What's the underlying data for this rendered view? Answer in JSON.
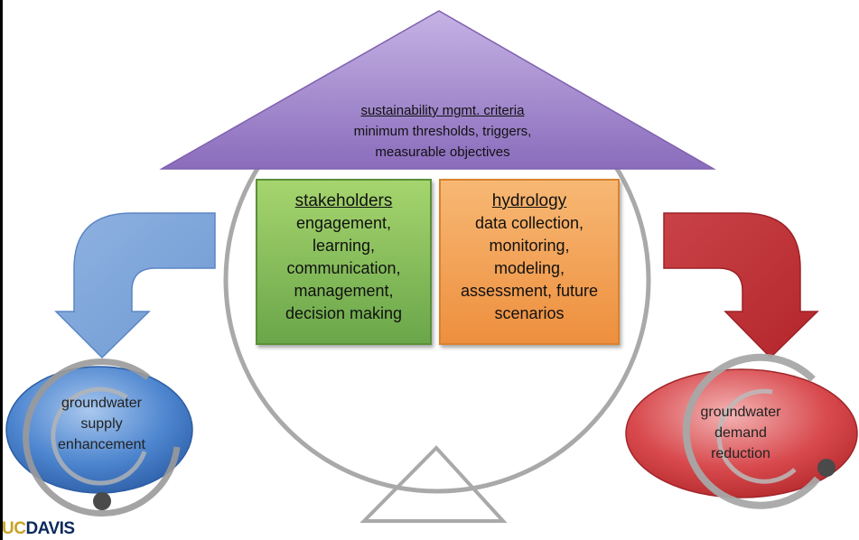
{
  "roof": {
    "heading": "sustainability mgmt. criteria",
    "line1": "minimum thresholds, triggers,",
    "line2": "measurable objectives"
  },
  "stakeholders": {
    "heading": "stakeholders",
    "lines": [
      "engagement,",
      "learning,",
      "communication,",
      "management,",
      "decision making"
    ]
  },
  "hydrology": {
    "heading": "hydrology",
    "lines": [
      "data collection,",
      "monitoring,",
      "modeling,",
      "assessment, future",
      "scenarios"
    ]
  },
  "supply": {
    "lines": [
      "groundwater",
      "supply",
      "enhancement"
    ]
  },
  "demand": {
    "lines": [
      "groundwater",
      "demand",
      "reduction"
    ]
  },
  "logo": {
    "part1": "UC",
    "part2": "DAVIS"
  },
  "colors": {
    "roof": "#9b82c6",
    "stakeholders": "#8bc25a",
    "hydrology": "#f2a257",
    "supply": "#4a7fc6",
    "demand": "#d9434a",
    "balance": "#a6a6a6"
  }
}
